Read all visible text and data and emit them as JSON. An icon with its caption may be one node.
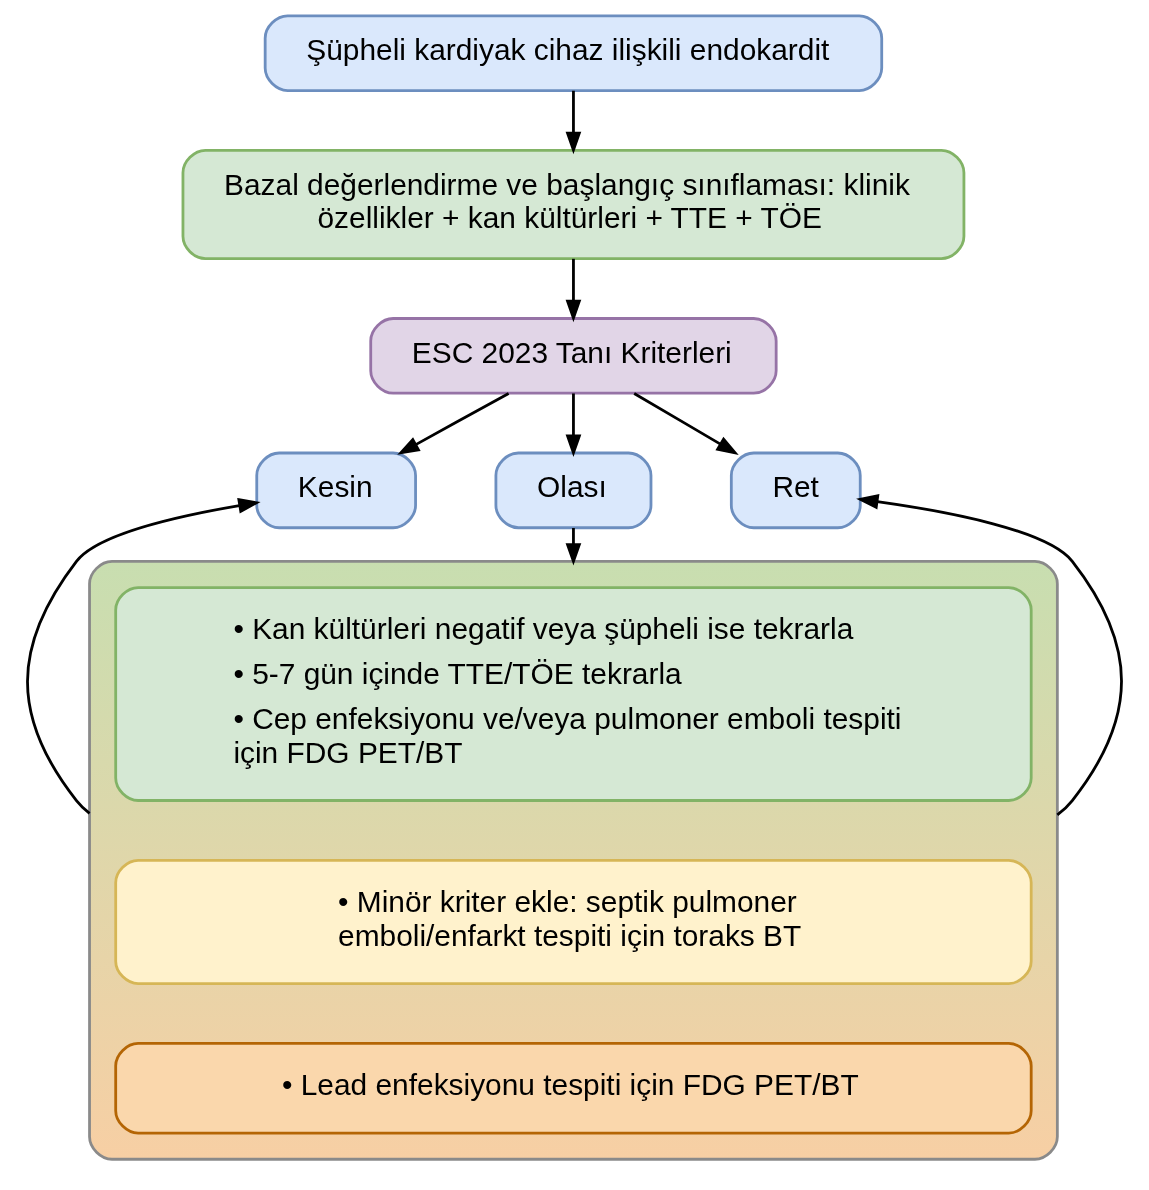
{
  "diagram": {
    "nodes": [
      {
        "text": [
          "Şüpheli kardiyak cihaz ilişkili endokardit"
        ]
      },
      {
        "text": [
          "Bazal değerlendirme ve başlangıç sınıflaması: klinik özellikler + kan kültürleri + TTE + TÖE"
        ]
      },
      {
        "text": [
          "ESC 2023 Tanı Kriterleri"
        ]
      },
      {
        "text": [
          "Kesin"
        ]
      },
      {
        "text": [
          "Olası"
        ]
      },
      {
        "text": [
          "Ret"
        ]
      },
      {
        "text": [],
        "shape": "box"
      },
      {
        "text": [
          "• Kan kültürleri negatif veya şüpheli ise tekrarla",
          "• 5-7 gün içinde TTE/TÖE tekrarla",
          "• Cep enfeksiyonu ve/veya pulmoner emboli tespiti için FDG PET/BT"
        ],
        "in": 6
      },
      {
        "text": [
          "• Minör kriter ekle: septik pulmoner emboli/enfarkt tespiti için toraks BT"
        ],
        "in": 6
      },
      {
        "text": [
          "• Lead enfeksiyonu tespiti için FDG PET/BT"
        ],
        "in": 6
      }
    ],
    "edges": [
      {
        "from": 0,
        "to": 1,
        "arrow": "to"
      },
      {
        "from": 1,
        "to": 2,
        "arrow": "to"
      },
      {
        "from": 2,
        "to": 3,
        "arrow": "to"
      },
      {
        "from": 2,
        "to": 4,
        "arrow": "to"
      },
      {
        "from": 2,
        "to": 5,
        "arrow": "to"
      },
      {
        "from": 4,
        "to": 6,
        "arrow": "to"
      },
      {
        "from": 6,
        "to": 3,
        "arrow": "to"
      },
      {
        "from": 6,
        "to": 5,
        "arrow": "to"
      }
    ]
  }
}
